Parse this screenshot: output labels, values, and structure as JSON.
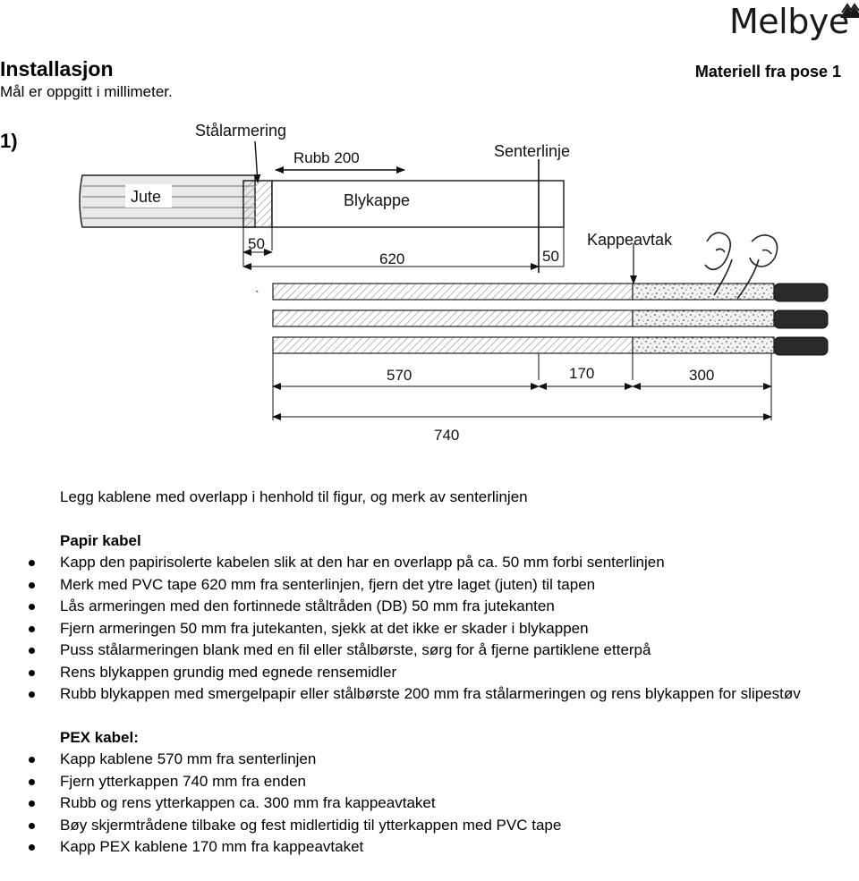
{
  "header": {
    "logo_text": "Melbye",
    "logo_icon": "melbye-mountain-icon",
    "title": "Installasjon",
    "subtitle": "Mål er oppgitt i millimeter.",
    "material": "Materiell fra pose 1"
  },
  "step_label": "1)",
  "figure": {
    "label_armoring": "Stålarmering",
    "label_rubb": "Rubb 200",
    "label_centerline": "Senterlinje",
    "label_jute": "Jute",
    "label_lead_sheath": "Blykappe",
    "label_sheath_cut": "Kappeavtak",
    "dim_50_left": "50",
    "dim_620": "620",
    "dim_50_right": "50",
    "dim_570": "570",
    "dim_170": "170",
    "dim_300": "300",
    "dim_740": "740",
    "stray_mark": "`"
  },
  "intro": "Legg kablene med overlapp i henhold til figur, og merk av senterlinjen",
  "paper_cable": {
    "heading": "Papir kabel",
    "items": [
      "Kapp den papirisolerte kabelen slik at den har en overlapp på ca. 50 mm forbi senterlinjen",
      "Merk med PVC tape 620 mm fra senterlinjen, fjern det ytre laget (juten) til tapen",
      "Lås armeringen med den fortinnede ståltråden (DB) 50 mm fra jutekanten",
      "Fjern armeringen 50 mm fra jutekanten, sjekk at det ikke er skader i blykappen",
      "Puss stålarmeringen blank med en fil eller stålbørste, sørg for å fjerne partiklene etterpå",
      "Rens blykappen grundig med egnede rensemidler",
      "Rubb blykappen med smergelpapir eller stålbørste 200 mm fra stålarmeringen og rens blykappen for slipestøv"
    ]
  },
  "pex_cable": {
    "heading": "PEX kabel:",
    "items": [
      "Kapp kablene 570 mm fra senterlinjen",
      "Fjern ytterkappen 740 mm fra enden",
      "Rubb og rens ytterkappen ca. 300 mm fra kappeavtaket",
      "Bøy skjermtrådene tilbake og fest midlertidig til ytterkappen med PVC tape",
      "Kapp PEX kablene 170 mm fra kappeavtaket"
    ]
  }
}
